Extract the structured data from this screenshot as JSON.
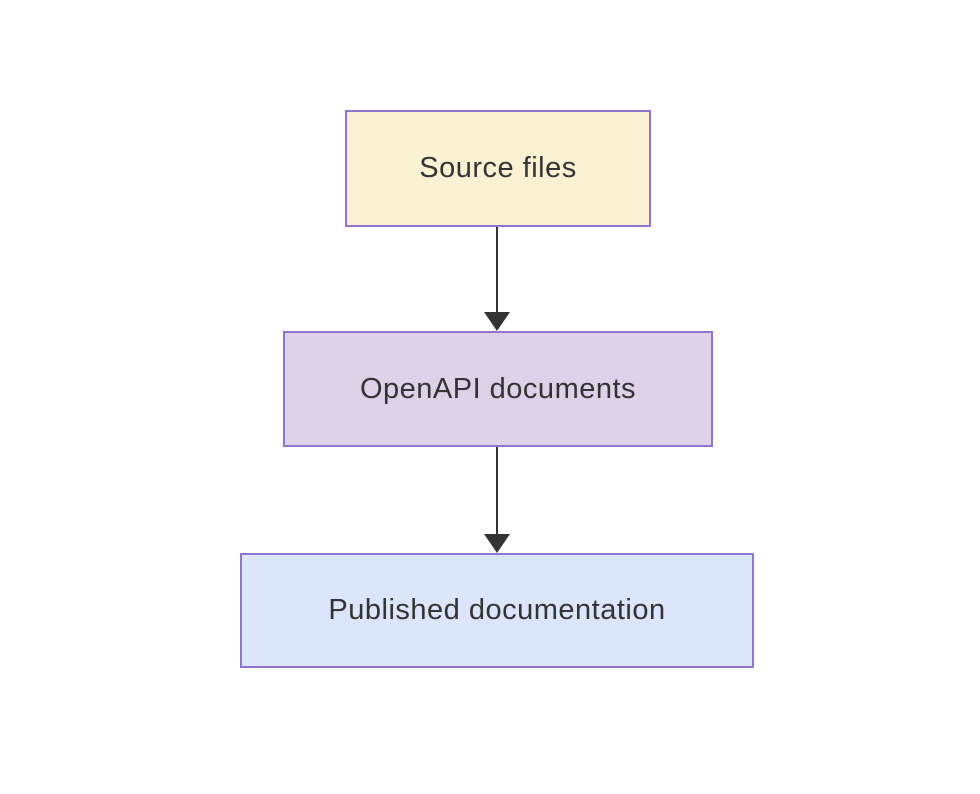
{
  "diagram": {
    "type": "flowchart",
    "direction": "top-down",
    "background_color": "#ffffff",
    "node_border_color": "#9173d0",
    "text_color": "#333333",
    "nodes": [
      {
        "id": "source",
        "label": "Source files",
        "fill": "#faf0d2",
        "border": "#9173d0",
        "text_color": "#333333"
      },
      {
        "id": "openapi",
        "label": "OpenAPI documents",
        "fill": "#ddd2e7",
        "border": "#9173d0",
        "text_color": "#333333"
      },
      {
        "id": "published",
        "label": "Published documentation",
        "fill": "#dbe6fa",
        "border": "#9173d0",
        "text_color": "#333333"
      }
    ],
    "edges": [
      {
        "from": "source",
        "to": "openapi",
        "color": "#333333",
        "style": "solid",
        "arrowhead": "filled-triangle-down"
      },
      {
        "from": "openapi",
        "to": "published",
        "color": "#333333",
        "style": "solid",
        "arrowhead": "filled-triangle-down"
      }
    ]
  }
}
